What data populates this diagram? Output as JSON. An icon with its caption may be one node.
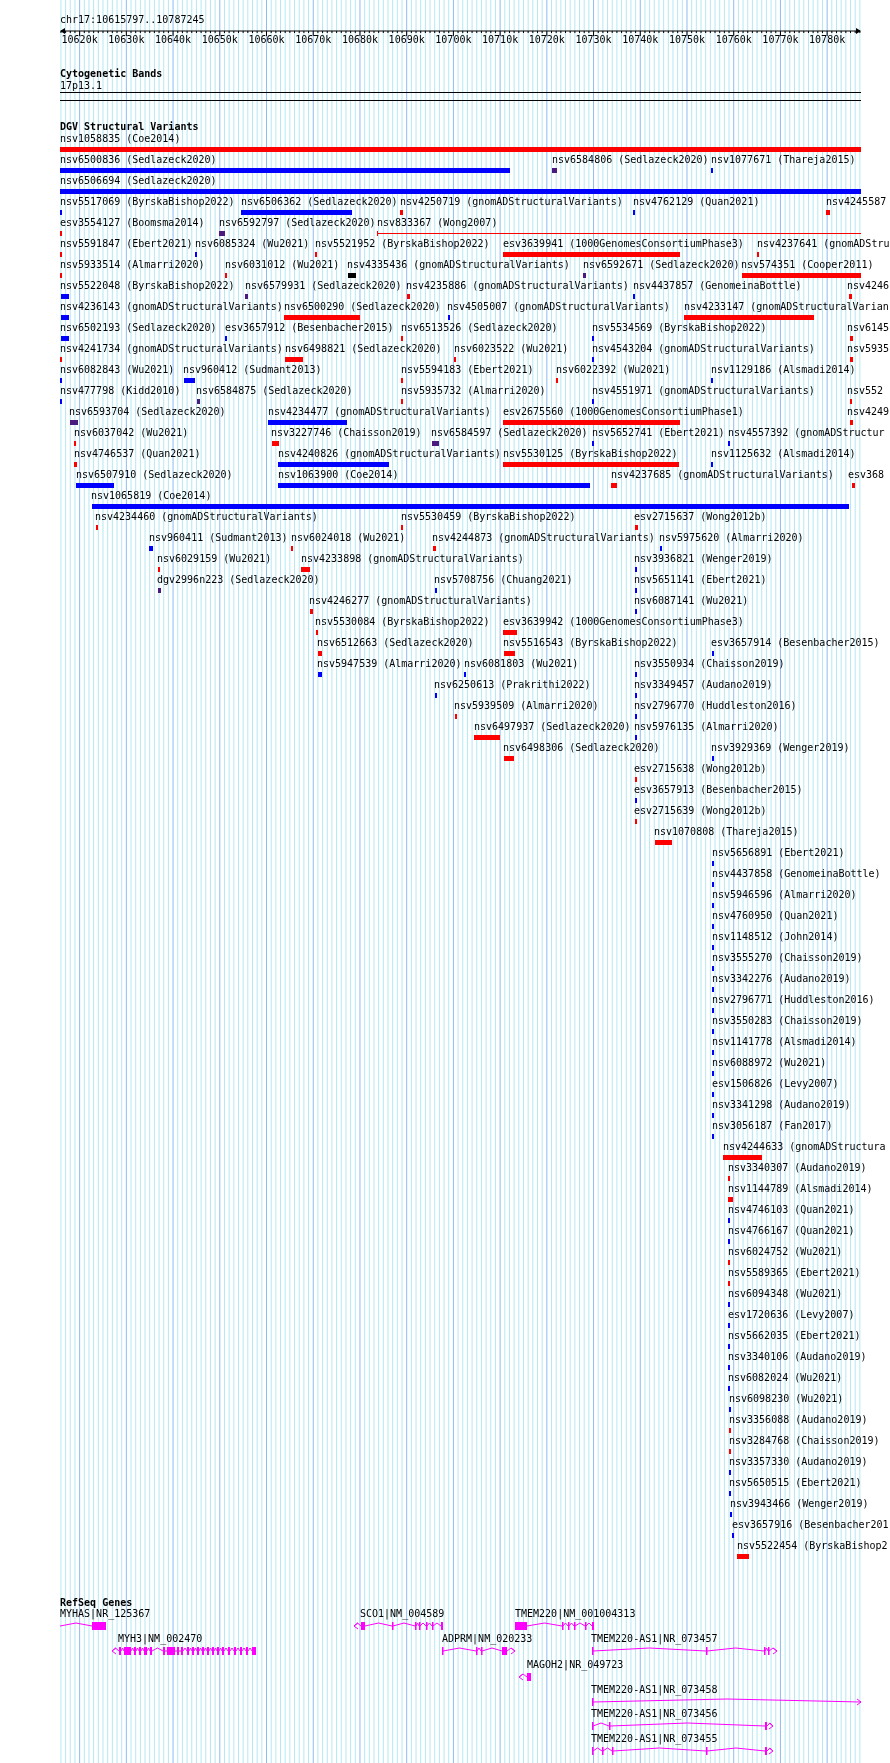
{
  "diagram": {
    "labels": [
      "chr17:10615797..10787245",
      "10620k",
      "10630k",
      "10640k",
      "10650k",
      "10660k",
      "10670k",
      "10680k",
      "10690k",
      "10700k",
      "10710k",
      "10720k",
      "10730k",
      "10740k",
      "10750k",
      "10760k",
      "10770k",
      "10780k",
      "Cytogenetic Bands",
      "17p13.1",
      "DGV Structural Variants",
      "nsv1058835 (Coe2014)",
      "nsv6500836 (Sedlazeck2020)",
      "nsv6584806 (Sedlazeck2020)",
      "nsv1077671 (Thareja2015)",
      "nsv6506694 (Sedlazeck2020)",
      "nsv5517069 (ByrskaBishop2022)",
      "nsv6506362 (Sedlazeck2020)",
      "nsv4250719 (gnomADStructuralVariants)",
      "nsv4762129 (Quan2021)",
      "nsv4245587",
      "esv3554127 (Boomsma2014)",
      "nsv6592797 (Sedlazeck2020)",
      "nsv833367 (Wong2007)",
      "nsv5591847 (Ebert2021)",
      "nsv6085324 (Wu2021)",
      "nsv5521952 (ByrskaBishop2022)",
      "esv3639941 (1000GenomesConsortiumPhase3)",
      "nsv4237641 (gnomADStru",
      "nsv5933514 (Almarri2020)",
      "nsv6031012 (Wu2021)",
      "nsv4335436 (gnomADStructuralVariants)",
      "nsv6592671 (Sedlazeck2020)",
      "nsv574351 (Cooper2011)",
      "nsv5522048 (ByrskaBishop2022)",
      "nsv6579931 (Sedlazeck2020)",
      "nsv4235886 (gnomADStructuralVariants)",
      "nsv4437857 (GenomeinaBottle)",
      "nsv4246",
      "nsv4236143 (gnomADStructuralVariants)",
      "nsv6500290 (Sedlazeck2020)",
      "nsv4505007 (gnomADStructuralVariants)",
      "nsv4233147 (gnomADStructuralVarian",
      "nsv6502193 (Sedlazeck2020)",
      "esv3657912 (Besenbacher2015)",
      "nsv6513526 (Sedlazeck2020)",
      "nsv5534569 (ByrskaBishop2022)",
      "nsv6145",
      "nsv4241734 (gnomADStructuralVariants)",
      "nsv6498821 (Sedlazeck2020)",
      "nsv6023522 (Wu2021)",
      "nsv4543204 (gnomADStructuralVariants)",
      "nsv5935",
      "nsv6082843 (Wu2021)",
      "nsv960412 (Sudmant2013)",
      "nsv5594183 (Ebert2021)",
      "nsv6022392 (Wu2021)",
      "nsv1129186 (Alsmadi2014)",
      "nsv477798 (Kidd2010)",
      "nsv6584875 (Sedlazeck2020)",
      "nsv5935732 (Almarri2020)",
      "nsv4551971 (gnomADStructuralVariants)",
      "nsv552",
      "nsv6593704 (Sedlazeck2020)",
      "nsv4234477 (gnomADStructuralVariants)",
      "esv2675560 (1000GenomesConsortiumPhase1)",
      "nsv4249",
      "nsv6037042 (Wu2021)",
      "nsv3227746 (Chaisson2019)",
      "nsv6584597 (Sedlazeck2020)",
      "nsv5652741 (Ebert2021)",
      "nsv4557392 (gnomADStructur",
      "nsv4746537 (Quan2021)",
      "nsv4240826 (gnomADStructuralVariants)",
      "nsv5530125 (ByrskaBishop2022)",
      "nsv1125632 (Alsmadi2014)",
      "nsv6507910 (Sedlazeck2020)",
      "nsv1063900 (Coe2014)",
      "nsv4237685 (gnomADStructuralVariants)",
      "esv368",
      "nsv1065819 (Coe2014)",
      "nsv4234460 (gnomADStructuralVariants)",
      "nsv5530459 (ByrskaBishop2022)",
      "esv2715637 (Wong2012b)",
      "nsv960411 (Sudmant2013)",
      "nsv6024018 (Wu2021)",
      "nsv4244873 (gnomADStructuralVariants)",
      "nsv5975620 (Almarri2020)",
      "nsv6029159 (Wu2021)",
      "nsv4233898 (gnomADStructuralVariants)",
      "nsv3936821 (Wenger2019)",
      "dgv2996n223 (Sedlazeck2020)",
      "nsv5708756 (Chuang2021)",
      "nsv5651141 (Ebert2021)",
      "nsv4246277 (gnomADStructuralVariants)",
      "nsv6087141 (Wu2021)",
      "nsv5530084 (ByrskaBishop2022)",
      "esv3639942 (1000GenomesConsortiumPhase3)",
      "nsv6512663 (Sedlazeck2020)",
      "nsv5516543 (ByrskaBishop2022)",
      "esv3657914 (Besenbacher2015)",
      "nsv5947539 (Almarri2020)",
      "nsv6081803 (Wu2021)",
      "nsv3550934 (Chaisson2019)",
      "nsv6250613 (Prakrithi2022)",
      "nsv3349457 (Audano2019)",
      "nsv5939509 (Almarri2020)",
      "nsv2796770 (Huddleston2016)",
      "nsv6497937 (Sedlazeck2020)",
      "nsv5976135 (Almarri2020)",
      "nsv6498306 (Sedlazeck2020)",
      "nsv3929369 (Wenger2019)",
      "esv2715638 (Wong2012b)",
      "esv3657913 (Besenbacher2015)",
      "esv2715639 (Wong2012b)",
      "nsv1070808 (Thareja2015)",
      "nsv5656891 (Ebert2021)",
      "nsv4437858 (GenomeinaBottle)",
      "nsv5946596 (Almarri2020)",
      "nsv4760950 (Quan2021)",
      "nsv1148512 (John2014)",
      "nsv3555270 (Chaisson2019)",
      "nsv3342276 (Audano2019)",
      "nsv2796771 (Huddleston2016)",
      "nsv3550283 (Chaisson2019)",
      "nsv1141778 (Alsmadi2014)",
      "nsv6088972 (Wu2021)",
      "esv1506826 (Levy2007)",
      "nsv3341298 (Audano2019)",
      "nsv3056187 (Fan2017)",
      "nsv4244633 (gnomADStructura",
      "nsv3340307 (Audano2019)",
      "nsv1144789 (Alsmadi2014)",
      "nsv4746103 (Quan2021)",
      "nsv4766167 (Quan2021)",
      "nsv6024752 (Wu2021)",
      "nsv5589365 (Ebert2021)",
      "nsv6094348 (Wu2021)",
      "esv1720636 (Levy2007)",
      "nsv5662035 (Ebert2021)",
      "nsv3340106 (Audano2019)",
      "nsv6082024 (Wu2021)",
      "nsv6098230 (Wu2021)",
      "nsv3356088 (Audano2019)",
      "nsv3284768 (Chaisson2019)",
      "nsv3357330 (Audano2019)",
      "nsv5650515 (Ebert2021)",
      "nsv3943466 (Wenger2019)",
      "esv3657916 (Besenbacher201",
      "nsv5522454 (ByrskaBishop2",
      "RefSeq Genes",
      "MYHAS|NR_125367",
      "SCO1|NM_004589",
      "TMEM220|NM_001004313",
      "MYH3|NM_002470",
      "ADPRM|NM_020233",
      "TMEM220-AS1|NR_073457",
      "MAGOH2|NR_049723",
      "TMEM220-AS1|NR_073458",
      "TMEM220-AS1|NR_073456",
      "TMEM220-AS1|NR_073455"
    ]
  }
}
